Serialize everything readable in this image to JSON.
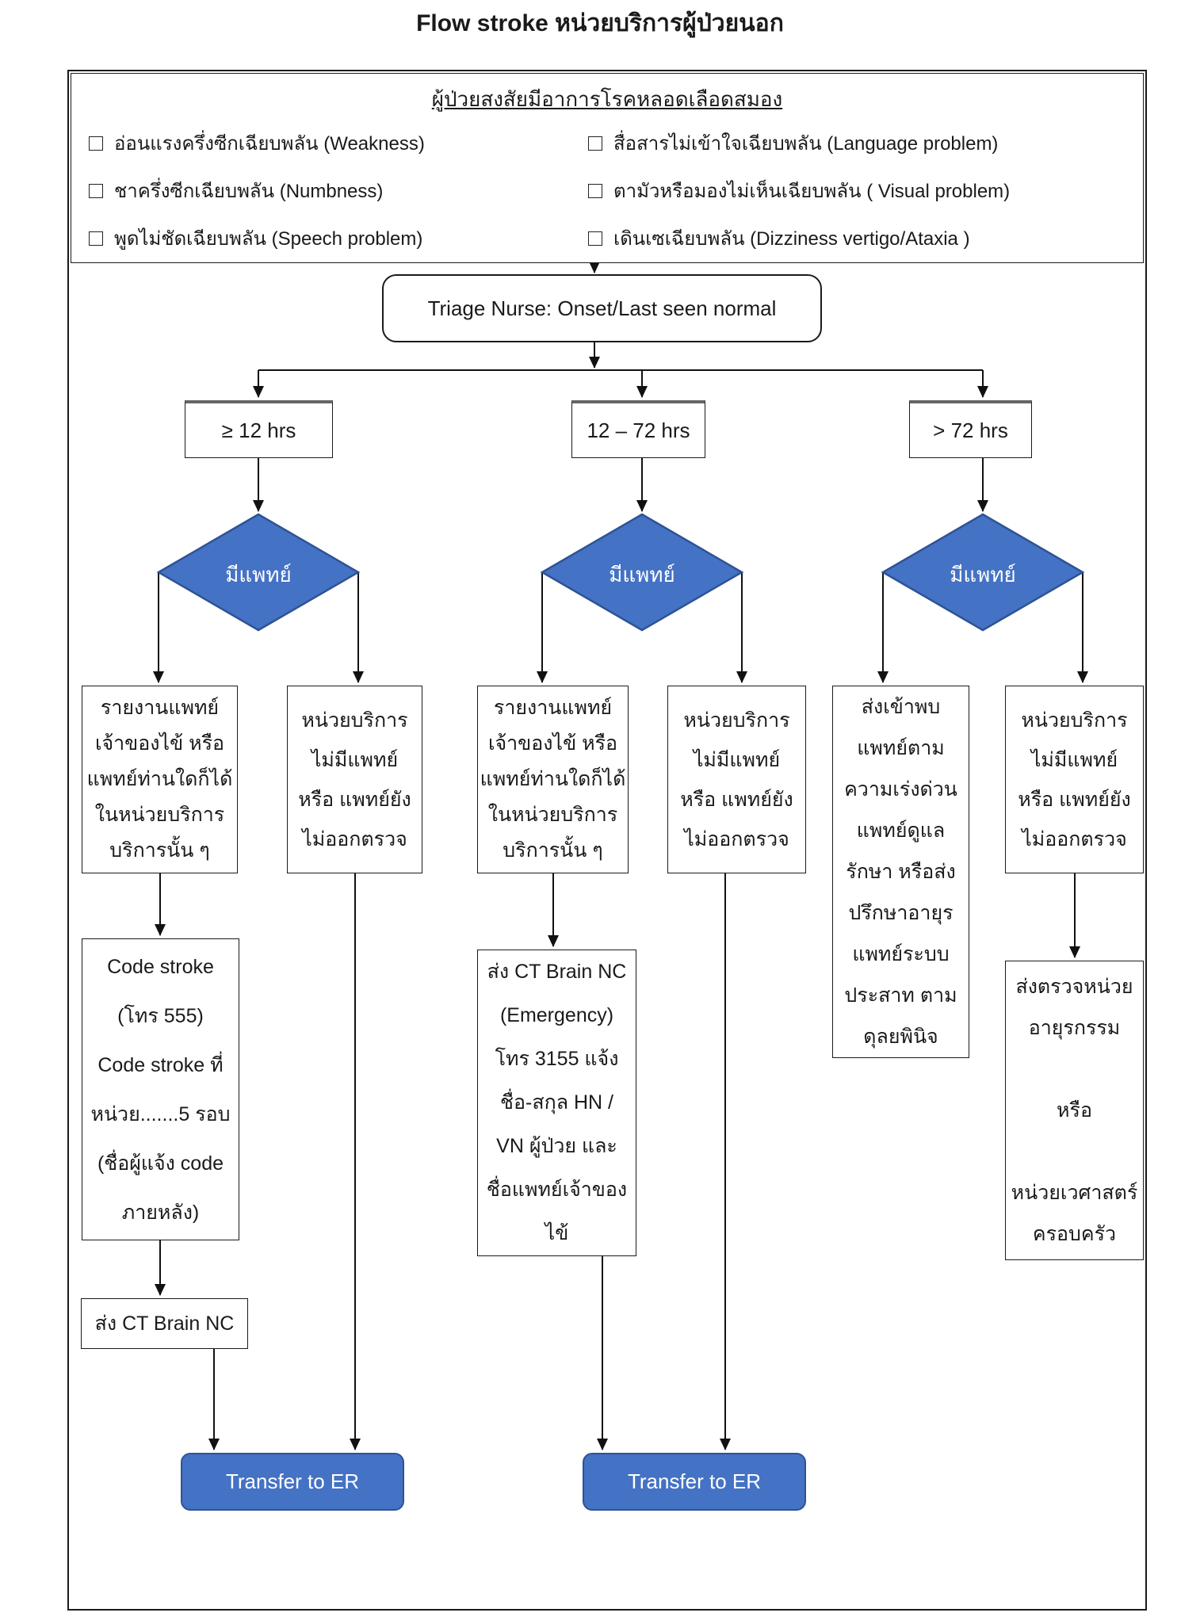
{
  "title": "Flow stroke หน่วยบริการผู้ป่วยนอก",
  "symptoms": {
    "heading": "ผู้ป่วยสงสัยมีอาการโรคหลอดเลือดสมอง",
    "items": [
      "อ่อนแรงครึ่งซีกเฉียบพลัน (Weakness)",
      "สื่อสารไม่เข้าใจเฉียบพลัน (Language problem)",
      "ชาครึ่งซีกเฉียบพลัน (Numbness)",
      "ตามัวหรือมองไม่เห็นเฉียบพลัน ( Visual problem)",
      "พูดไม่ชัดเฉียบพลัน (Speech problem)",
      "เดินเซเฉียบพลัน (Dizziness vertigo/Ataxia )"
    ]
  },
  "triage": {
    "label": "Triage Nurse: Onset/Last seen normal"
  },
  "branches": {
    "time1": "≥ 12 hrs",
    "time2": "12 – 72 hrs",
    "time3": "> 72 hrs",
    "decision": "มีแพทย์"
  },
  "boxes": {
    "report_doctor": "รายงานแพทย์\nเจ้าของไข้ หรือ\nแพทย์ท่านใดก็ได้\nในหน่วยบริการ\nบริการนั้น ๆ",
    "no_doctor": "หน่วยบริการ\nไม่มีแพทย์\nหรือ แพทย์ยัง\nไม่ออกตรวจ",
    "code_stroke": "Code stroke\n(โทร 555)\nCode stroke ที่\nหน่วย.......5 รอบ\n(ชื่อผู้แจ้ง code\nภายหลัง)",
    "ct_brain": "ส่ง CT Brain NC",
    "ct_brain_emergency": "ส่ง CT Brain NC\n(Emergency)\nโทร 3155 แจ้ง\nชื่อ-สกุล HN /\nVN ผู้ป่วย และ\nชื่อแพทย์เจ้าของ\nไข้",
    "refer_doctor": "ส่งเข้าพบ\nแพทย์ตาม\nความเร่งด่วน\nแพทย์ดูแล\nรักษา หรือส่ง\nปรึกษาอายุร\nแพทย์ระบบ\nประสาท ตาม\nดุลยพินิจ",
    "send_exam": "ส่งตรวจหน่วย\nอายุรกรรม\n\nหรือ\n\nหน่วยเวศาสตร์\nครอบครัว",
    "transfer_er": "Transfer to ER"
  },
  "colors": {
    "diamond_fill": "#4472C4",
    "diamond_border": "#2E5395",
    "transfer_fill": "#4472C4",
    "line_color": "#111111"
  }
}
